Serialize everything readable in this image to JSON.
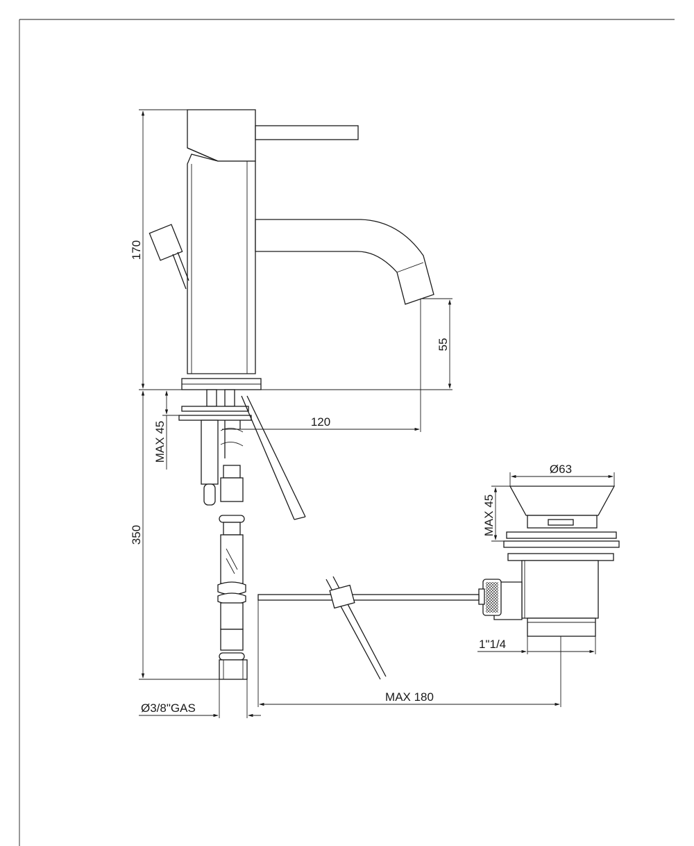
{
  "dimensions": {
    "height_total": "170",
    "spout_clearance": "55",
    "spout_reach": "120",
    "deck_thickness_left": "MAX 45",
    "hose_length": "350",
    "hose_connection": "Ø3/8\"GAS",
    "waste_diameter": "Ø63",
    "deck_thickness_right": "MAX 45",
    "waste_thread": "1\"1/4",
    "rod_length": "MAX 180"
  }
}
